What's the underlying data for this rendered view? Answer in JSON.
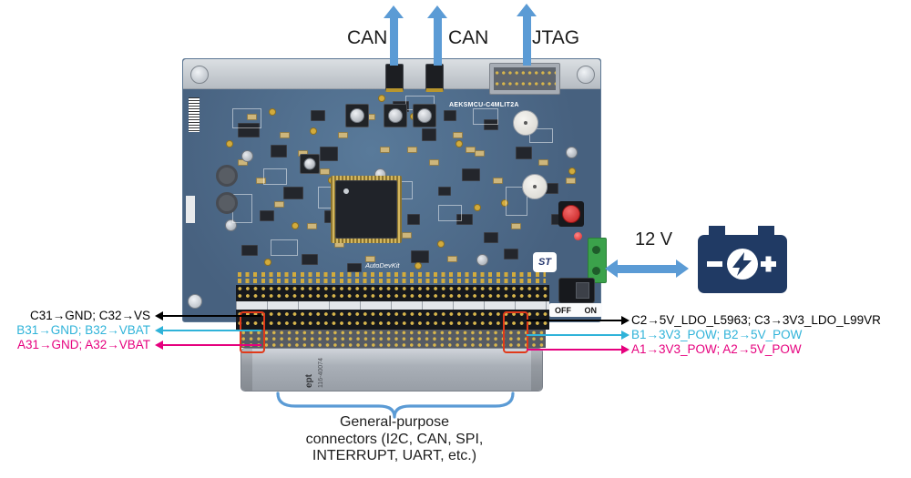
{
  "top": {
    "can1": "CAN",
    "can2": "CAN",
    "jtag": "JTAG"
  },
  "power": {
    "label": "12 V"
  },
  "left_annotations": [
    {
      "text": "C31→GND; C32→VS"
    },
    {
      "text": "B31→GND; B32→VBAT"
    },
    {
      "text": "A31→GND; A32→VBAT"
    }
  ],
  "right_annotations": [
    {
      "text": "C2→5V_LDO_L5963; C3→3V3_LDO_L99VR"
    },
    {
      "text": "B1→3V3_POW; B2→5V_POW"
    },
    {
      "text": "A1→3V3_POW; A2→5V_POW"
    }
  ],
  "board": {
    "part_number": "AEKSMCU-C4MLIT2A",
    "switch": {
      "off": "OFF",
      "on": "ON"
    },
    "logo_autodevkit": "AutoDevKit",
    "logo_st": "ST",
    "connector_brand": "ept",
    "connector_part": "116-40074"
  },
  "caption": {
    "line1": "General-purpose",
    "line2": "connectors (I2C, CAN, SPI,",
    "line3": "INTERRUPT, UART, etc.)"
  },
  "colors": {
    "arrow_blue": "#5b9bd5",
    "cyan": "#2fb3d9",
    "magenta": "#e6007e",
    "highlight_red": "#e03a1a",
    "battery_navy": "#203a64"
  }
}
